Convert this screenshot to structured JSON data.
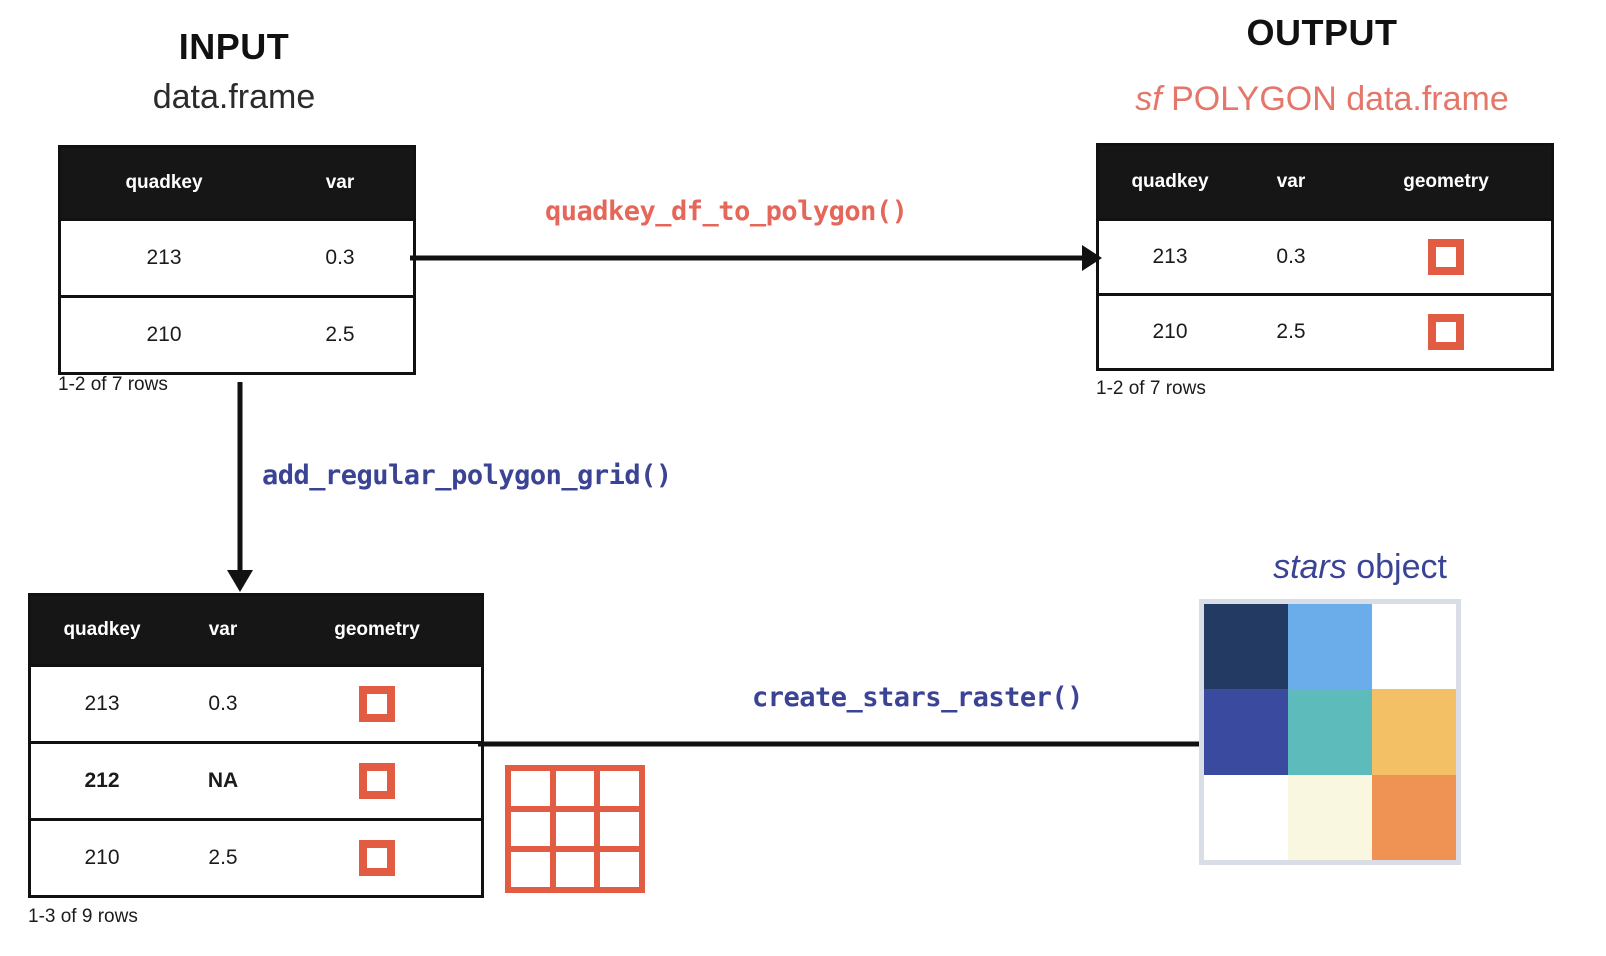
{
  "input": {
    "title": "INPUT",
    "subtitle": "data.frame",
    "table": {
      "columns": [
        "quadkey",
        "var"
      ],
      "rows": [
        {
          "cells": [
            "213",
            "0.3"
          ],
          "bold": false
        },
        {
          "cells": [
            "210",
            "2.5"
          ],
          "bold": false
        }
      ]
    },
    "rowcount": "1-2 of 7 rows"
  },
  "output": {
    "title": "OUTPUT",
    "subtitle_italic": "sf",
    "subtitle_rest": " POLYGON data.frame",
    "table": {
      "columns": [
        "quadkey",
        "var",
        "geometry"
      ],
      "rows": [
        {
          "cells": [
            "213",
            "0.3"
          ],
          "geometry": "polygon-square-icon",
          "bold": false
        },
        {
          "cells": [
            "210",
            "2.5"
          ],
          "geometry": "polygon-square-icon",
          "bold": false
        }
      ]
    },
    "rowcount": "1-2 of 7 rows"
  },
  "grid_table": {
    "table": {
      "columns": [
        "quadkey",
        "var",
        "geometry"
      ],
      "rows": [
        {
          "cells": [
            "213",
            "0.3"
          ],
          "geometry": "polygon-square-icon",
          "bold": false
        },
        {
          "cells": [
            "212",
            "NA"
          ],
          "geometry": "polygon-square-icon",
          "bold": true
        },
        {
          "cells": [
            "210",
            "2.5"
          ],
          "geometry": "polygon-square-icon",
          "bold": false
        }
      ]
    },
    "rowcount": "1-3 of 9 rows"
  },
  "stars": {
    "label_italic": "stars",
    "label_rest": " object"
  },
  "functions": {
    "quadkey_df_to_polygon": "quadkey_df_to_polygon()",
    "add_regular_polygon_grid": "add_regular_polygon_grid()",
    "create_stars_raster": "create_stars_raster()"
  },
  "colors": {
    "accent_orange": "#e25c44",
    "salmon_text": "#e4766a",
    "navy_text": "#3b4395",
    "header_black": "#161616",
    "raster_border": "#d8dde6"
  },
  "chart_data": {
    "type": "heatmap",
    "title": "stars object",
    "rows": 3,
    "cols": 3,
    "cells": [
      [
        "#233a63",
        "#6aadea",
        "#ffffff"
      ],
      [
        "#3a4a9e",
        "#5dbcbb",
        "#f3c065"
      ],
      [
        "#ffffff",
        "#faf7e0",
        "#ef9354"
      ]
    ],
    "grid": false,
    "legend": "none"
  },
  "polygon_grid_preview": {
    "rows": 3,
    "cols": 3,
    "color": "#e25c44"
  }
}
